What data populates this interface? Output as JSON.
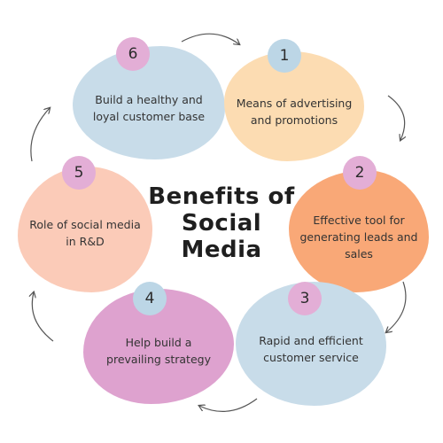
{
  "title": "Benefits of\nSocial\nMedia",
  "colors": {
    "blue": "#c8dce9",
    "peach": "#fcdcb2",
    "orange": "#f9a877",
    "salmon": "#fbcbb8",
    "pink": "#dea2cf",
    "badge_blue": "#bcd6e6",
    "badge_pink": "#e3aed6",
    "arrow": "#555555",
    "title": "#1f1f1f"
  },
  "steps": [
    {
      "number": "1",
      "text": "Means of advertising\nand promotions",
      "fill": "peach",
      "badge": "badge_blue"
    },
    {
      "number": "2",
      "text": "Effective tool for\ngenerating leads and\nsales",
      "fill": "orange",
      "badge": "badge_pink"
    },
    {
      "number": "3",
      "text": "Rapid and efficient\ncustomer service",
      "fill": "blue",
      "badge": "badge_pink"
    },
    {
      "number": "4",
      "text": "Help build a\nprevailing strategy",
      "fill": "pink",
      "badge": "badge_blue"
    },
    {
      "number": "5",
      "text": "Role of social media\nin R&D",
      "fill": "salmon",
      "badge": "badge_pink"
    },
    {
      "number": "6",
      "text": "Build a healthy and\nloyal customer base",
      "fill": "blue",
      "badge": "badge_pink"
    }
  ]
}
